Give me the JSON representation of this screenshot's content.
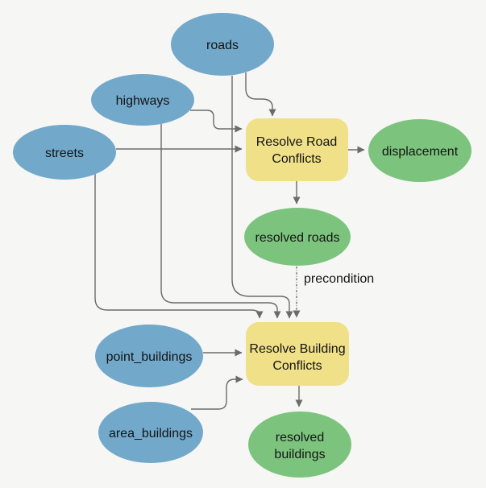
{
  "colors": {
    "background": "#f6f6f5",
    "input": "#72a8ca",
    "derived": "#7cc47d",
    "tool": "#f0e087",
    "edge": "#6b6b6b"
  },
  "nodes": {
    "roads": {
      "label": "roads"
    },
    "highways": {
      "label": "highways"
    },
    "streets": {
      "label": "streets"
    },
    "point_buildings": {
      "label": "point_buildings"
    },
    "area_buildings": {
      "label": "area_buildings"
    },
    "resolve_road_conflicts": {
      "line1": "Resolve Road",
      "line2": "Conflicts"
    },
    "resolve_building_conflicts": {
      "line1": "Resolve Building",
      "line2": "Conflicts"
    },
    "displacement": {
      "label": "displacement"
    },
    "resolved_roads": {
      "label": "resolved roads"
    },
    "resolved_buildings": {
      "line1": "resolved",
      "line2": "buildings"
    }
  },
  "labels": {
    "precondition": "precondition"
  }
}
